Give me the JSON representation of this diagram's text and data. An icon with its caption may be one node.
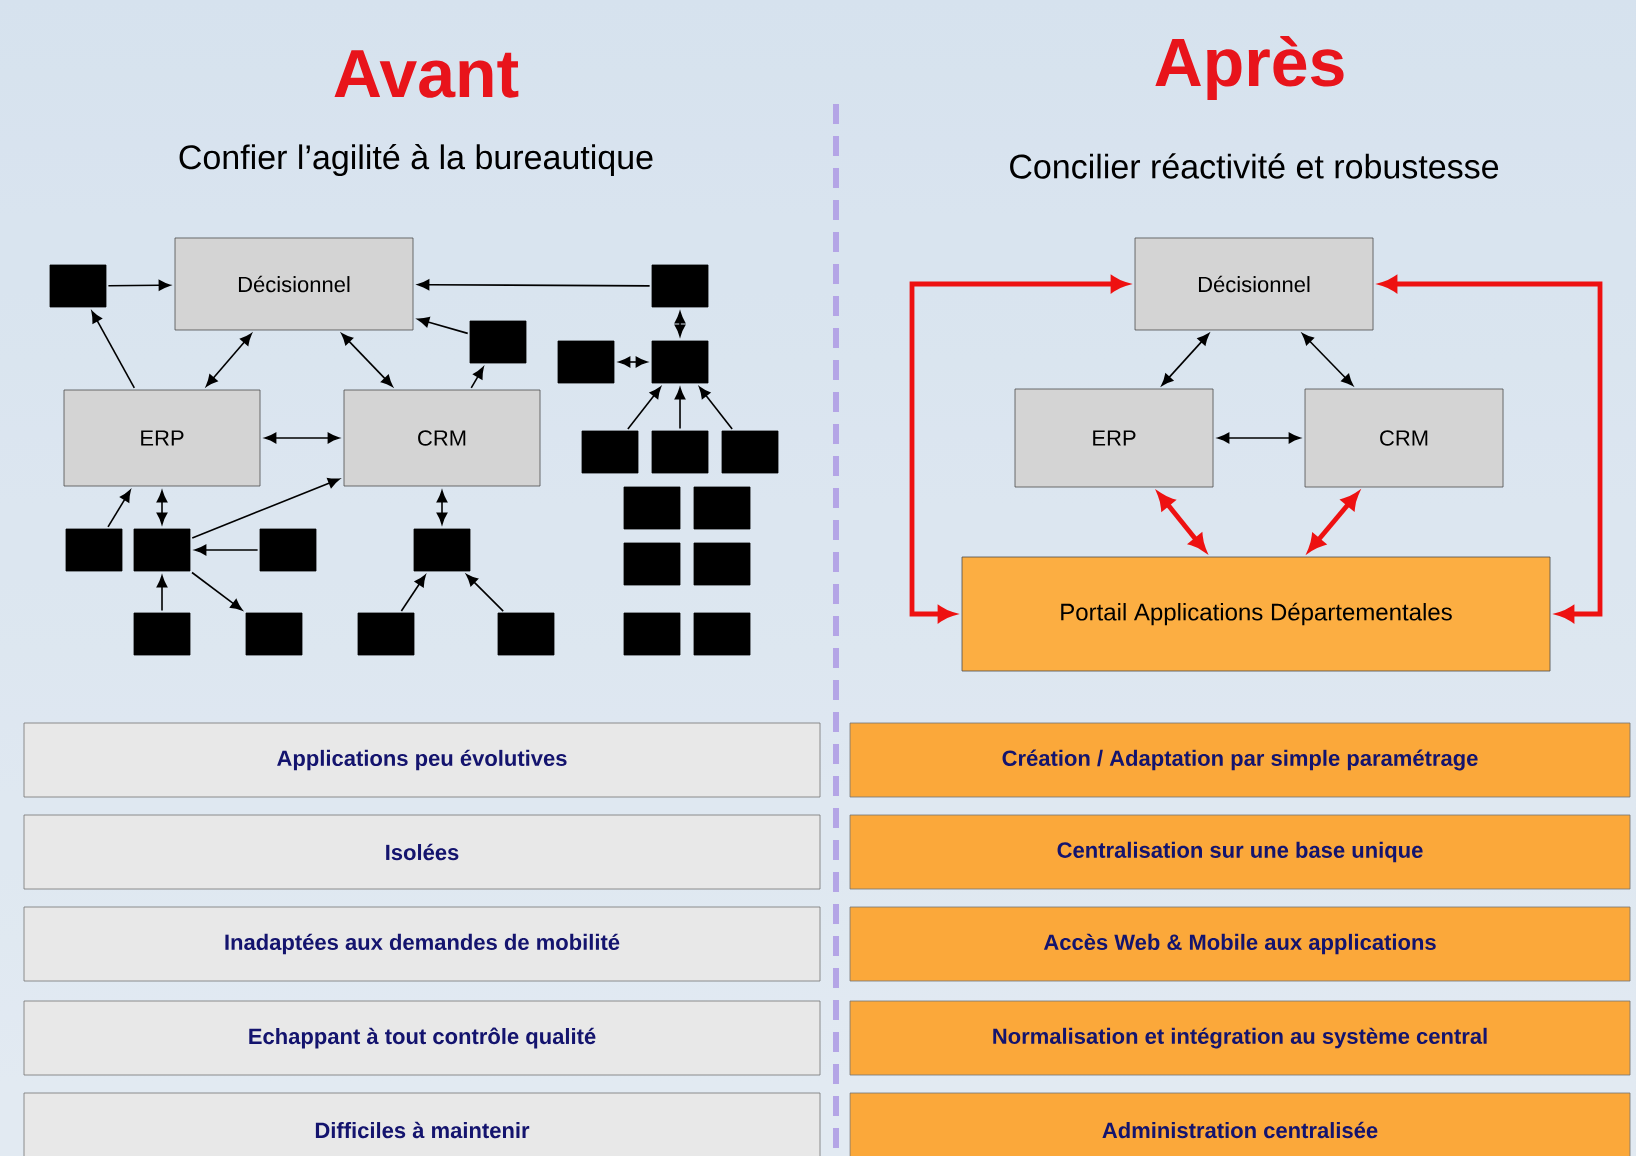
{
  "diagram": {
    "nodes": [
      {
        "text": [
          "Décisionnel"
        ]
      },
      {
        "text": [
          "ERP"
        ]
      },
      {
        "text": [
          "CRM"
        ]
      },
      {
        "text": [],
        "shape": "box"
      },
      {
        "text": [],
        "shape": "box"
      },
      {
        "text": [],
        "shape": "box"
      },
      {
        "text": [],
        "shape": "box"
      },
      {
        "text": [],
        "shape": "box"
      },
      {
        "text": [],
        "shape": "box"
      },
      {
        "text": [],
        "shape": "box"
      },
      {
        "text": [],
        "shape": "box"
      },
      {
        "text": [],
        "shape": "box"
      },
      {
        "text": [],
        "shape": "box"
      },
      {
        "text": [],
        "shape": "box"
      },
      {
        "text": [],
        "shape": "box"
      },
      {
        "text": [],
        "shape": "box"
      },
      {
        "text": [],
        "shape": "box"
      },
      {
        "text": [],
        "shape": "box"
      },
      {
        "text": [],
        "shape": "box"
      },
      {
        "text": [],
        "shape": "box"
      },
      {
        "text": [],
        "shape": "box"
      },
      {
        "text": [],
        "shape": "box"
      },
      {
        "text": [],
        "shape": "box"
      },
      {
        "text": [],
        "shape": "box"
      },
      {
        "text": [],
        "shape": "box"
      },
      {
        "text": [
          "Décisionnel"
        ]
      },
      {
        "text": [
          "ERP"
        ]
      },
      {
        "text": [
          "CRM"
        ]
      },
      {
        "text": [
          "Portail Applications Départementales"
        ]
      },
      {
        "text": [
          "Applications peu évolutives"
        ]
      },
      {
        "text": [
          "Isolées"
        ]
      },
      {
        "text": [
          "Inadaptées aux demandes de mobilité"
        ]
      },
      {
        "text": [
          "Echappant à tout contrôle qualité"
        ]
      },
      {
        "text": [
          "Difficiles à maintenir"
        ]
      },
      {
        "text": [
          "Création / Adaptation par simple paramétrage"
        ]
      },
      {
        "text": [
          "Centralisation sur une base unique"
        ]
      },
      {
        "text": [
          "Accès Web & Mobile aux applications"
        ]
      },
      {
        "text": [
          "Normalisation et intégration au système central"
        ]
      },
      {
        "text": [
          "Administration centralisée"
        ]
      }
    ],
    "edges": [
      {
        "from": 3,
        "to": 0,
        "arrow": "to"
      },
      {
        "from": 1,
        "to": 3,
        "arrow": "to"
      },
      {
        "from": 1,
        "to": 0,
        "arrow": "both"
      },
      {
        "from": 0,
        "to": 2,
        "arrow": "both"
      },
      {
        "from": 2,
        "to": 4,
        "arrow": "to"
      },
      {
        "from": 4,
        "to": 0,
        "arrow": "to"
      },
      {
        "from": 5,
        "to": 0,
        "arrow": "to"
      },
      {
        "from": 5,
        "to": 7,
        "arrow": "both"
      },
      {
        "from": 6,
        "to": 7,
        "arrow": "both"
      },
      {
        "from": 8,
        "to": 7,
        "arrow": "to"
      },
      {
        "from": 9,
        "to": 7,
        "arrow": "to"
      },
      {
        "from": 10,
        "to": 7,
        "arrow": "to"
      },
      {
        "from": 1,
        "to": 2,
        "arrow": "both"
      },
      {
        "from": 17,
        "to": 1,
        "arrow": "to"
      },
      {
        "from": 18,
        "to": 1,
        "arrow": "both"
      },
      {
        "from": 18,
        "to": 2,
        "arrow": "to"
      },
      {
        "from": 19,
        "to": 18,
        "arrow": "to"
      },
      {
        "from": 21,
        "to": 18,
        "arrow": "to"
      },
      {
        "from": 18,
        "to": 22,
        "arrow": "to"
      },
      {
        "from": 20,
        "to": 2,
        "arrow": "both"
      },
      {
        "from": 23,
        "to": 20,
        "arrow": "to"
      },
      {
        "from": 24,
        "to": 20,
        "arrow": "to"
      },
      {
        "from": 25,
        "to": 26,
        "arrow": "both"
      },
      {
        "from": 25,
        "to": 27,
        "arrow": "both"
      },
      {
        "from": 26,
        "to": 27,
        "arrow": "both"
      },
      {
        "from": 26,
        "to": 28,
        "arrow": "both",
        "style": "thick",
        "color": "#ee1111"
      },
      {
        "from": 27,
        "to": 28,
        "arrow": "both",
        "style": "thick",
        "color": "#ee1111"
      },
      {
        "from": 25,
        "to": 28,
        "arrow": "both",
        "style": "thick",
        "color": "#ee1111"
      },
      {
        "from": 25,
        "to": 28,
        "arrow": "both",
        "style": "thick",
        "color": "#ee1111"
      }
    ],
    "labels": [
      "Avant",
      "Confier l’agilité à la bureautique",
      "Après",
      "Concilier réactivité et robustesse"
    ]
  }
}
